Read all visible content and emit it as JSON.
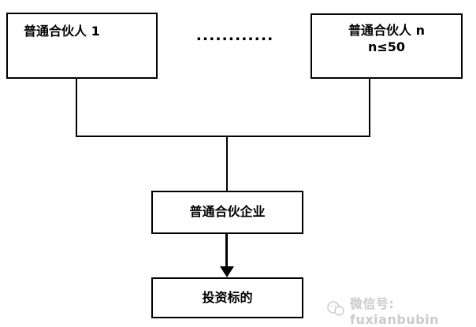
{
  "diagram": {
    "nodes": {
      "partner_1": {
        "label": "普通合伙人 1"
      },
      "partner_n": {
        "label": "普通合伙人 n",
        "sublabel": "n≤50"
      },
      "enterprise": {
        "label": "普通合伙企业"
      },
      "target": {
        "label": "投资标的"
      }
    },
    "ellipsis": "............",
    "connectors": {
      "type": "elbow-lines-with-arrow",
      "arrow_from": "enterprise",
      "arrow_to": "target"
    },
    "colors": {
      "line": "#000000",
      "box_border": "#000000",
      "background": "#ffffff",
      "watermark": "#cbcbcb"
    }
  },
  "watermark": {
    "icon": "wechat-icon",
    "text": "微信号: fuxianbubin"
  }
}
